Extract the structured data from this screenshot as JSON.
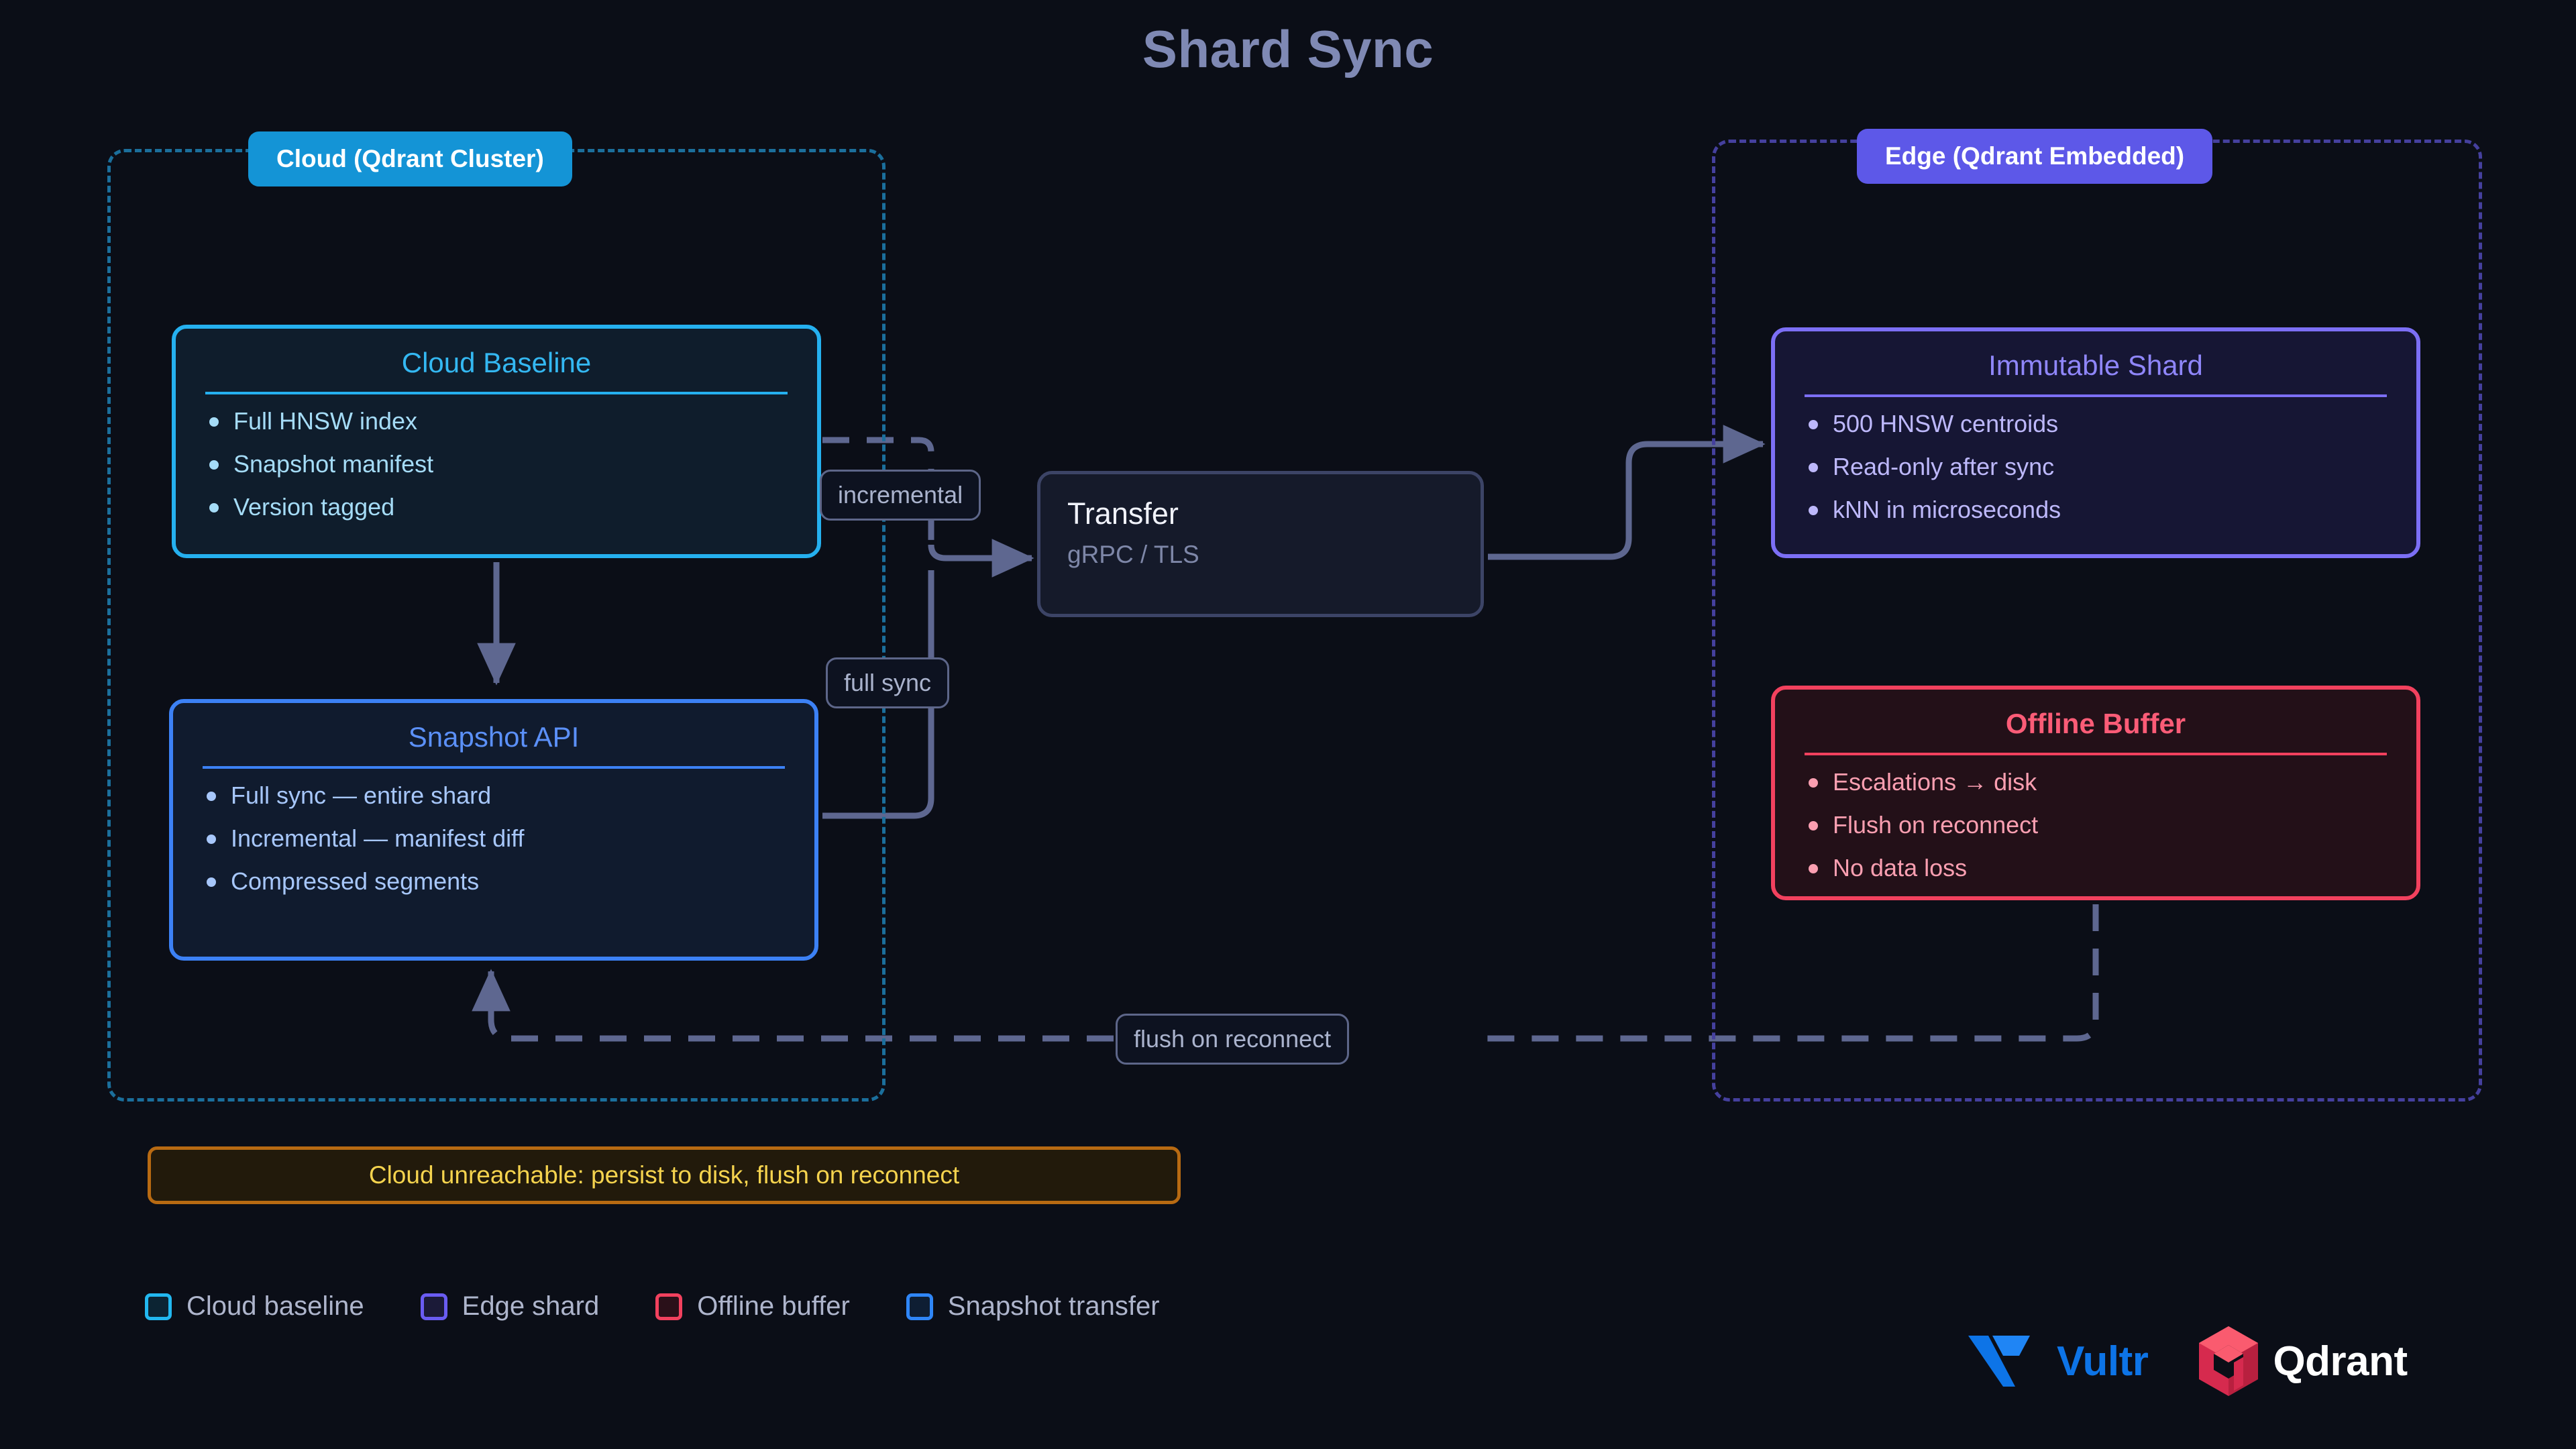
{
  "page": {
    "title": "Shard Sync",
    "background": "#0b0e17"
  },
  "clusters": [
    {
      "id": "cloud",
      "label": "Cloud (Qdrant Cluster)",
      "pill_color": "#1494d6",
      "border_color": "#1b6f9c"
    },
    {
      "id": "edge",
      "label": "Edge (Qdrant Embedded)",
      "pill_color": "#5d58e8",
      "border_color": "#45409e"
    }
  ],
  "nodes": {
    "cloud_baseline": {
      "title": "Cloud Baseline",
      "accent": "#25b0ef",
      "items": [
        "Full HNSW index",
        "Snapshot manifest",
        "Version tagged"
      ]
    },
    "snapshot_api": {
      "title": "Snapshot API",
      "accent": "#3c81f5",
      "items": [
        "Full sync — entire shard",
        "Incremental — manifest diff",
        "Compressed segments"
      ]
    },
    "immutable_shard": {
      "title": "Immutable Shard",
      "accent": "#7c6ff5",
      "items": [
        "500 HNSW centroids",
        "Read-only after sync",
        "kNN in microseconds"
      ]
    },
    "offline_buffer": {
      "title": "Offline Buffer",
      "accent": "#f2415e",
      "items": [
        "Escalations → disk",
        "Flush on reconnect",
        "No data loss"
      ]
    },
    "transfer": {
      "title": "Transfer",
      "subtitle": "gRPC / TLS",
      "accent": "#3c4466"
    }
  },
  "edge_labels": {
    "incremental": "incremental",
    "full_sync": "full sync",
    "flush_on_reconnect": "flush on reconnect"
  },
  "warning": {
    "text": "Cloud unreachable: persist to disk, flush on reconnect",
    "border_color": "#b86a12",
    "text_color": "#f5d34e"
  },
  "legend": [
    {
      "label": "Cloud baseline",
      "border": "#22b8f0",
      "fill": "#0c2433"
    },
    {
      "label": "Edge shard",
      "border": "#6a5cf2",
      "fill": "#1b1a38"
    },
    {
      "label": "Offline buffer",
      "border": "#f2415e",
      "fill": "#2a1019"
    },
    {
      "label": "Snapshot transfer",
      "border": "#2f86f7",
      "fill": "#0e1e33"
    }
  ],
  "brands": [
    {
      "name": "Vultr",
      "color": "#0d74e7"
    },
    {
      "name": "Qdrant",
      "color": "#ffffff"
    }
  ]
}
